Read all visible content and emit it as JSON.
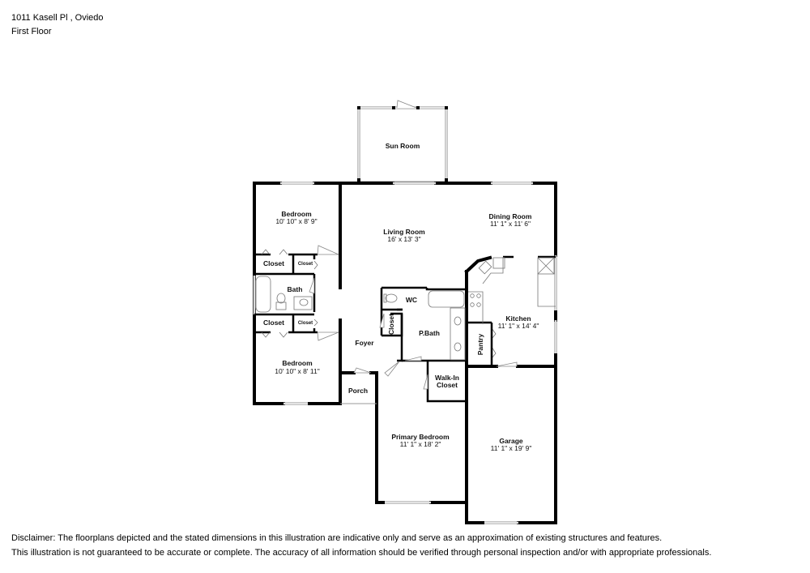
{
  "header": {
    "address": "1011 Kasell Pl , Oviedo",
    "floor": "First Floor"
  },
  "rooms": {
    "sun_room": {
      "name": "Sun Room"
    },
    "bedroom_1": {
      "name": "Bedroom",
      "dims": "10' 10\" x 8' 9\""
    },
    "living_room": {
      "name": "Living Room",
      "dims": "16' x 13' 3\""
    },
    "dining_room": {
      "name": "Dining Room",
      "dims": "11' 1\" x 11' 6\""
    },
    "closet_1": {
      "name": "Closet"
    },
    "closet_1_small": {
      "name": "Closet"
    },
    "bath": {
      "name": "Bath"
    },
    "closet_2": {
      "name": "Closet"
    },
    "closet_2_small": {
      "name": "Closet"
    },
    "bedroom_2": {
      "name": "Bedroom",
      "dims": "10' 10\" x 8' 11\""
    },
    "foyer": {
      "name": "Foyer"
    },
    "porch": {
      "name": "Porch"
    },
    "wc": {
      "name": "WC"
    },
    "closet_hall": {
      "name": "Closet"
    },
    "p_bath": {
      "name": "P.Bath"
    },
    "walk_in_closet": {
      "name_line1": "Walk-In",
      "name_line2": "Closet"
    },
    "kitchen": {
      "name": "Kitchen",
      "dims": "11' 1\" x 14' 4\""
    },
    "pantry": {
      "name": "Pantry"
    },
    "primary_bedroom": {
      "name": "Primary Bedroom",
      "dims": "11' 1\" x 18' 2\""
    },
    "garage": {
      "name": "Garage",
      "dims": "11' 1\" x 19' 9\""
    }
  },
  "footer": {
    "disclaimer_line1": "Disclaimer: The floorplans depicted and the stated dimensions in this illustration are indicative only and serve as an approximation of existing structures and features.",
    "disclaimer_line2": "This illustration is not guaranteed to be accurate or complete. The accuracy of all information should be verified through personal inspection and/or with appropriate professionals."
  }
}
